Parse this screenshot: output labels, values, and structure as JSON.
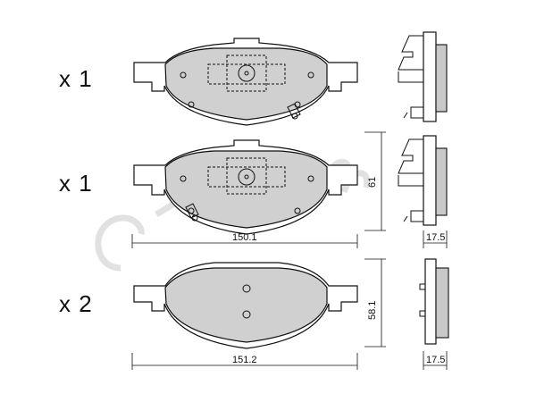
{
  "rows": [
    {
      "quantity": "x 1"
    },
    {
      "quantity": "x 1"
    },
    {
      "quantity": "x 2"
    }
  ],
  "dimensions": {
    "width_upper": "150.1",
    "width_lower": "151.2",
    "height_upper": "61",
    "height_lower": "58.1",
    "thickness_upper": "17.5",
    "thickness_lower": "17.5"
  },
  "watermark_text": "cifam",
  "colors": {
    "friction_material": "#d0d0d0",
    "line": "#111111",
    "watermark": "#c9c9c9"
  }
}
